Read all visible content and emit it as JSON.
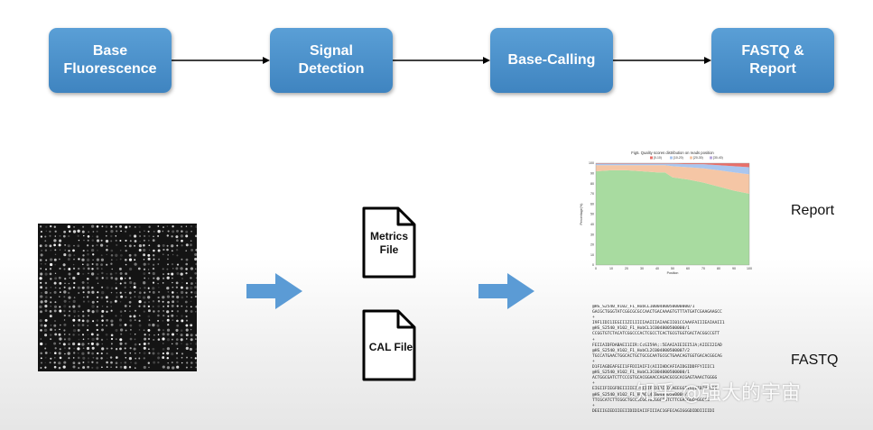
{
  "pipeline": {
    "steps": [
      {
        "label": "Base\nFluorescence"
      },
      {
        "label": "Signal\nDetection"
      },
      {
        "label": "Base-Calling"
      },
      {
        "label": "FASTQ &\nReport"
      }
    ]
  },
  "files": {
    "metrics": "Metrics\nFile",
    "cal": "CAL File"
  },
  "outputs": {
    "report_label": "Report",
    "fastq_label": "FASTQ"
  },
  "colors": {
    "step_box": "#4a90cc",
    "big_arrow": "#5b9bd5",
    "chart_green": "#a8dba0",
    "chart_peach": "#f5c6a5",
    "chart_blue": "#a9c6ef",
    "chart_purple": "#b7a7dc",
    "chart_red": "#e8706a"
  },
  "chart_data": {
    "type": "area",
    "title": "Fig5. Quality scores distribution on reads position",
    "legend": [
      "[0-10)",
      "[10-20)",
      "[20-30)",
      "[30-40)"
    ],
    "xlabel": "Position",
    "ylabel": "Percentage(%)",
    "xlim": [
      0,
      100
    ],
    "ylim": [
      0,
      100
    ],
    "x_ticks": [
      "0",
      "10",
      "20",
      "30",
      "40",
      "50",
      "60",
      "70",
      "80",
      "90",
      "100"
    ],
    "y_ticks": [
      "0",
      "10",
      "20",
      "30",
      "40",
      "50",
      "60",
      "70",
      "80",
      "90",
      "100"
    ],
    "x": [
      0,
      10,
      20,
      30,
      40,
      45,
      50,
      60,
      70,
      80,
      90,
      100
    ],
    "series": [
      {
        "name": "[30-40)",
        "values": [
          92,
          93,
          93,
          92,
          91,
          91,
          86,
          84,
          81,
          77,
          73,
          70
        ]
      },
      {
        "name": "[20-30)",
        "values": [
          6,
          5,
          5,
          6,
          7,
          7,
          11,
          12,
          14,
          16,
          18,
          19
        ]
      },
      {
        "name": "[10-20)",
        "values": [
          1.5,
          1.5,
          1.5,
          1.5,
          1.5,
          1.5,
          2.5,
          3,
          4,
          5,
          6,
          7
        ]
      },
      {
        "name": "[0-10)",
        "values": [
          0.5,
          0.5,
          0.5,
          0.5,
          0.5,
          0.5,
          0.5,
          1,
          1,
          2,
          3,
          4
        ]
      }
    ]
  },
  "fastq_lines": [
    "@HS_S2540_V102_F1_HobCL1000480050000000/1",
    "GACGCTGGGTATCGGCGCGCCAACTGACAAAGTGTTTATGATCGAAGAAGCC",
    "+",
    "I9F1IDI1IEGIIIZI1IIIIAAIIIAIAAEII01CCAAAFAIIIEAIAAII1",
    "@HS_S2540_V102_F1_HobCL1C004800500000/1",
    "CCGGTGTCTACATCGGCCCACTCGCCTCACTGCGTGGTGACTACGGCCGTT",
    "+",
    "FEIIAIDFDABAEI1IIR:CcGI59A;:5EAAIAIEIEI5JA;AIIEI2IAD",
    "@HS_S2540_V102_F1_HobCL2C004800500007/2",
    "TGCCATGAACTGGCACTGCTGCGCAATGCGCTGAACAGTGGTGACACGGCAG",
    "+",
    "D1FIAGDEAFGII1FFDIIAIFI(AIIIHDCAFIAIDGIDDFFYIIIC1",
    "@HS_S2540_V102_F1_HobCL3C004800500000/1",
    "ACTGGCGATCTTCCCGTGCACGGAACCAGACGCGCACGAGTAAACTGGGG",
    "+",
    "EIGIIFIEGFDEIIIIEIFGIIIFIDIBIIDIAEEGGIIGIIIBIHCC5I",
    "@HS_S2540_V102_F1_HobCL4C004800500000/2",
    "TTCGCATCTTCGGCTGCCGCGCTGCGGGTGTCTTCGAGGGCGGGGGG",
    "+",
    "DEEIIGIEDIIEEIIDIDIAIIFIIIAC1GFECAGIGGGDIDDIIIIDI"
  ],
  "watermark": "知乎 @强大的宇宙"
}
